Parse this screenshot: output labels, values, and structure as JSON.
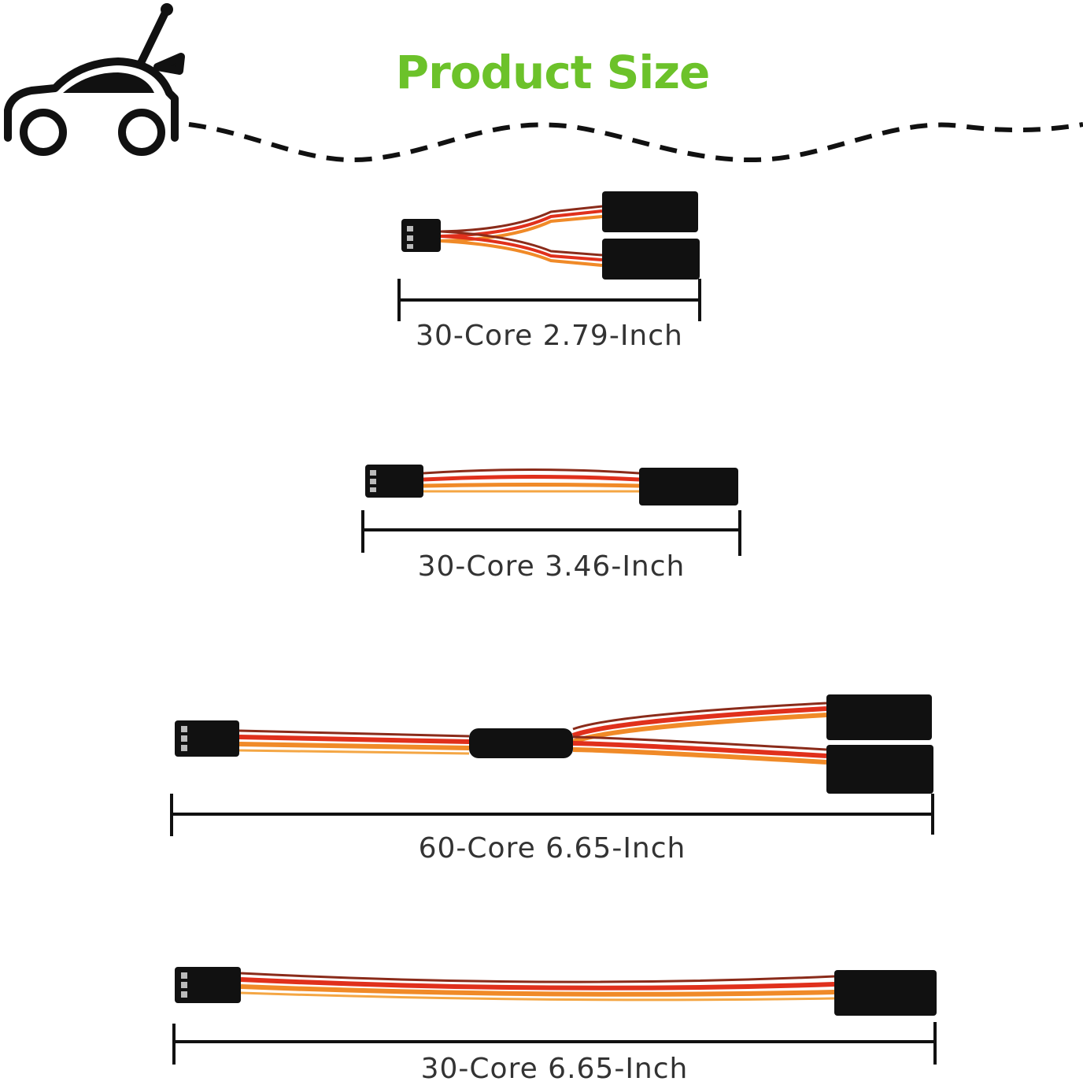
{
  "header": {
    "title": "Product Size",
    "title_color": "#6cc22a",
    "car_icon": "rc-car-icon"
  },
  "colors": {
    "connector": "#111111",
    "wire_red": "#e0301c",
    "wire_orange": "#f08a28",
    "wire_brown": "#8a2b1a",
    "ruler": "#111111"
  },
  "products": [
    {
      "label": "30-Core 2.79-Inch",
      "type": "y-split"
    },
    {
      "label": "30-Core 3.46-Inch",
      "type": "straight"
    },
    {
      "label": "60-Core 6.65-Inch",
      "type": "y-split"
    },
    {
      "label": "30-Core 6.65-Inch",
      "type": "straight"
    }
  ]
}
